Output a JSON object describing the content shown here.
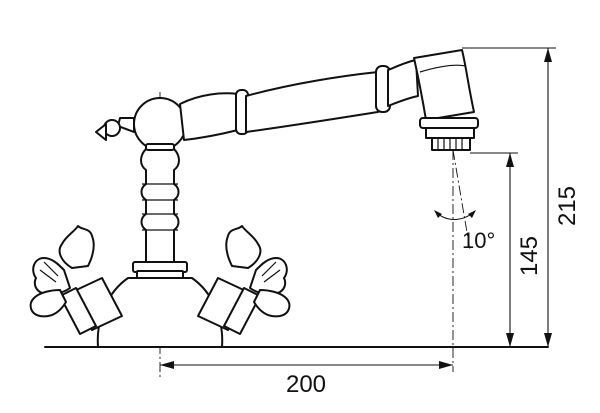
{
  "dimensions": {
    "width_label": "200",
    "spout_height_label": "145",
    "total_height_label": "215",
    "spout_angle_label": "10°"
  }
}
